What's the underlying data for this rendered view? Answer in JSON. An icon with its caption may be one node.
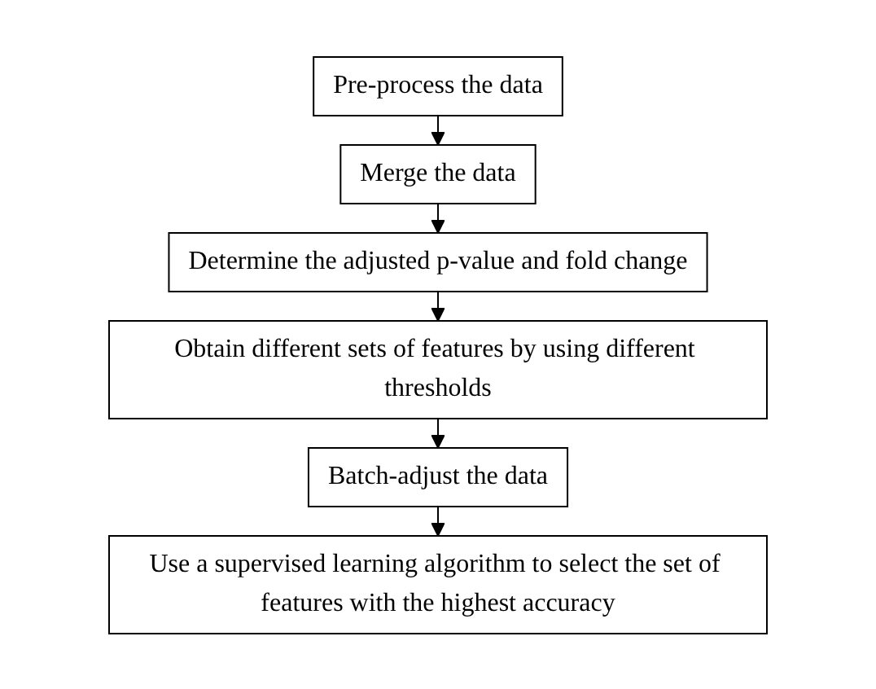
{
  "diagram": {
    "nodes": [
      {
        "text": [
          "Pre-process the data"
        ]
      },
      {
        "text": [
          "Merge the data"
        ]
      },
      {
        "text": [
          "Determine the adjusted p-value and fold change"
        ]
      },
      {
        "text": [
          "Obtain different sets of features by using different thresholds"
        ]
      },
      {
        "text": [
          "Batch-adjust the data"
        ]
      },
      {
        "text": [
          "Use a supervised learning algorithm to select the set of features with the highest accuracy"
        ]
      }
    ],
    "edges": [
      {
        "from": 0,
        "to": 1,
        "arrow": "to"
      },
      {
        "from": 1,
        "to": 2,
        "arrow": "to"
      },
      {
        "from": 2,
        "to": 3,
        "arrow": "to"
      },
      {
        "from": 3,
        "to": 4,
        "arrow": "to"
      },
      {
        "from": 4,
        "to": 5,
        "arrow": "to"
      }
    ]
  }
}
